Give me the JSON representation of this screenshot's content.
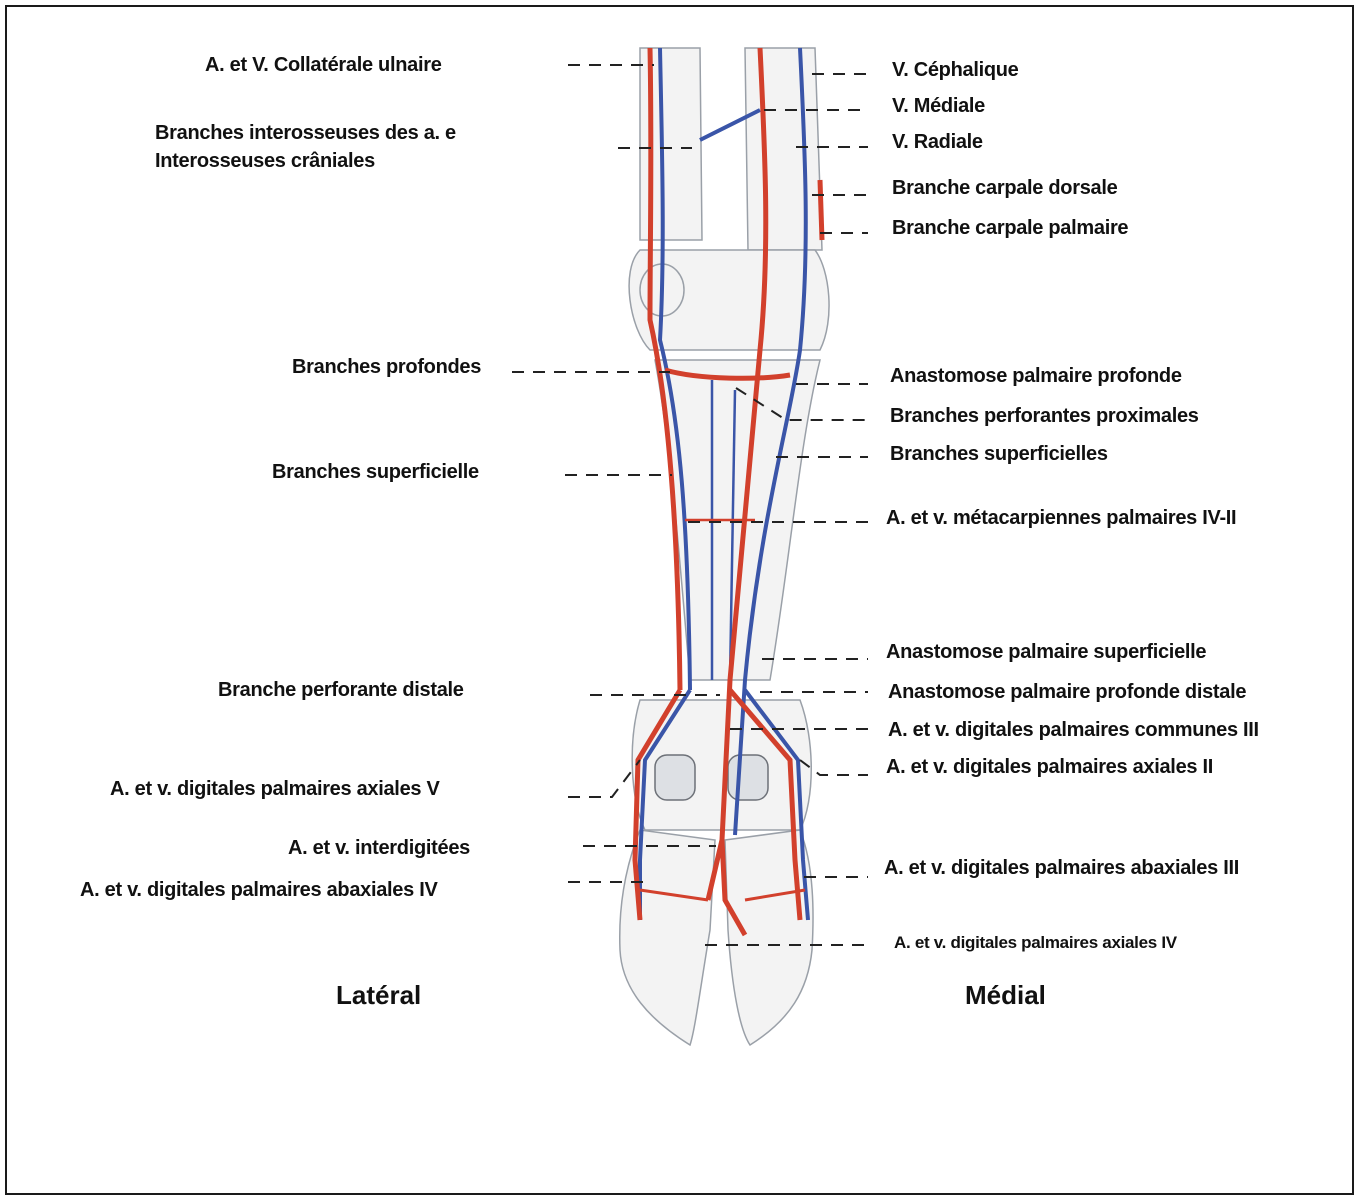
{
  "left_labels": [
    {
      "id": "collaterale",
      "text": "A. et V. Collatérale ulnaire"
    },
    {
      "id": "interosseuses_1",
      "text": "Branches interosseuses des a. e"
    },
    {
      "id": "interosseuses_2",
      "text": "Interosseuses crâniales"
    },
    {
      "id": "profondes",
      "text": "Branches profondes"
    },
    {
      "id": "superficielle",
      "text": "Branches superficielle"
    },
    {
      "id": "perforante_distale",
      "text": "Branche perforante distale"
    },
    {
      "id": "axiales_v",
      "text": "A. et v. digitales palmaires axiales V"
    },
    {
      "id": "interdigitees",
      "text": "A. et v. interdigitées"
    },
    {
      "id": "abaxiales_iv",
      "text": "A. et v. digitales palmaires abaxiales IV"
    }
  ],
  "right_labels": [
    {
      "id": "cephalique",
      "text": "V. Céphalique"
    },
    {
      "id": "mediale",
      "text": "V. Médiale"
    },
    {
      "id": "radiale",
      "text": "V. Radiale"
    },
    {
      "id": "carpale_dorsale",
      "text": "Branche carpale dorsale"
    },
    {
      "id": "carpale_palmaire",
      "text": "Branche carpale palmaire"
    },
    {
      "id": "anastomose_profonde",
      "text": "Anastomose palmaire profonde"
    },
    {
      "id": "perforantes_proximales",
      "text": "Branches perforantes proximales"
    },
    {
      "id": "superficielles",
      "text": "Branches superficielles"
    },
    {
      "id": "metacarpiennes",
      "text": "A. et v. métacarpiennes palmaires IV-II"
    },
    {
      "id": "anastomose_superficielle",
      "text": "Anastomose palmaire superficielle"
    },
    {
      "id": "anastomose_profonde_distale",
      "text": "Anastomose palmaire profonde distale"
    },
    {
      "id": "communes_iii",
      "text": "A. et v. digitales palmaires  communes III"
    },
    {
      "id": "axiales_ii",
      "text": "A. et v. digitales palmaires axiales II"
    },
    {
      "id": "abaxiales_iii",
      "text": "A. et v. digitales palmaires abaxiales III"
    },
    {
      "id": "axiales_iv",
      "text": "A. et v. digitales palmaires axiales IV"
    }
  ],
  "sides": {
    "lateral": "Latéral",
    "medial": "Médial"
  },
  "colors": {
    "artery": "#d2402c",
    "vein": "#3a55a8",
    "bone": "#c8ccd2",
    "line": "#222222"
  }
}
